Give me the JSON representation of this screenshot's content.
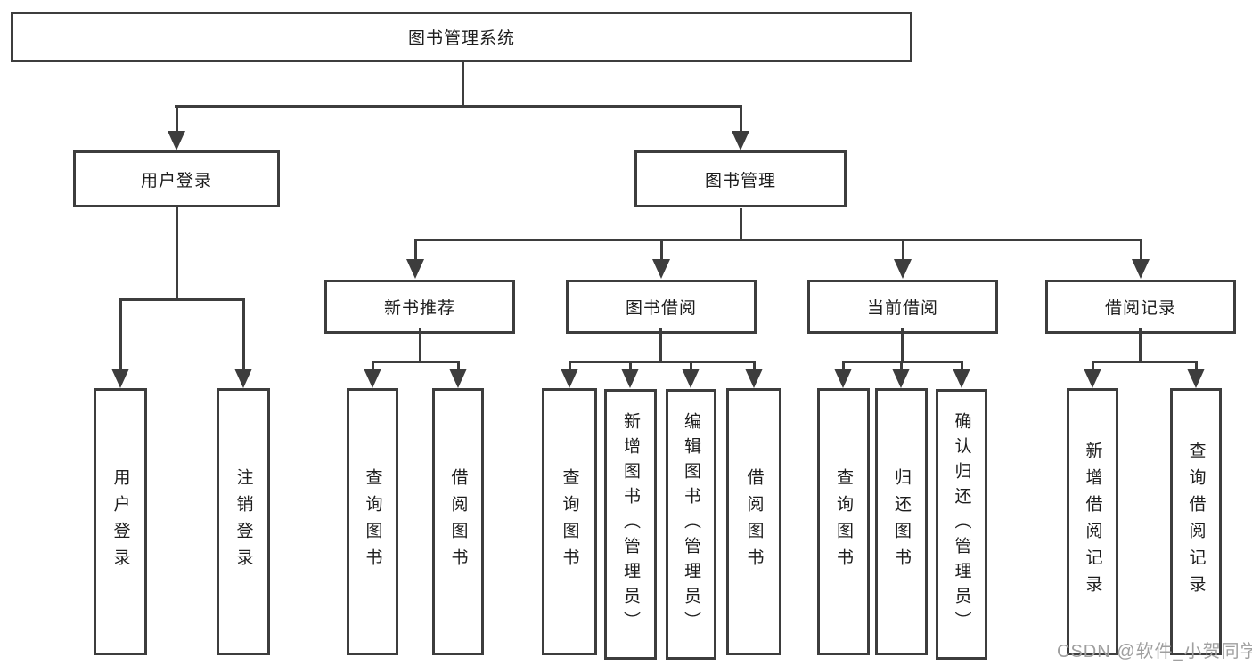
{
  "diagram": {
    "root": {
      "label": "图书管理系统"
    },
    "level2": [
      {
        "label": "用户登录"
      },
      {
        "label": "图书管理"
      }
    ],
    "level3": [
      {
        "label": "新书推荐"
      },
      {
        "label": "图书借阅"
      },
      {
        "label": "当前借阅"
      },
      {
        "label": "借阅记录"
      }
    ],
    "leaves": {
      "user_login": [
        "用户登录",
        "注销登录"
      ],
      "new_book": [
        "查询图书",
        "借阅图书"
      ],
      "book_borrow": [
        "查询图书",
        "新增图书（管理员）",
        "编辑图书（管理员）",
        "借阅图书"
      ],
      "current_borrow": [
        "查询图书",
        "归还图书",
        "确认归还（管理员）"
      ],
      "borrow_record": [
        "新增借阅记录",
        "查询借阅记录"
      ]
    },
    "colors": {
      "line": "#3d3d3d",
      "text": "#1d1d1d",
      "background": "#ffffff",
      "watermark": "#9f9f9f"
    }
  },
  "watermark": {
    "text": "CSDN @软件_小贺同学"
  }
}
